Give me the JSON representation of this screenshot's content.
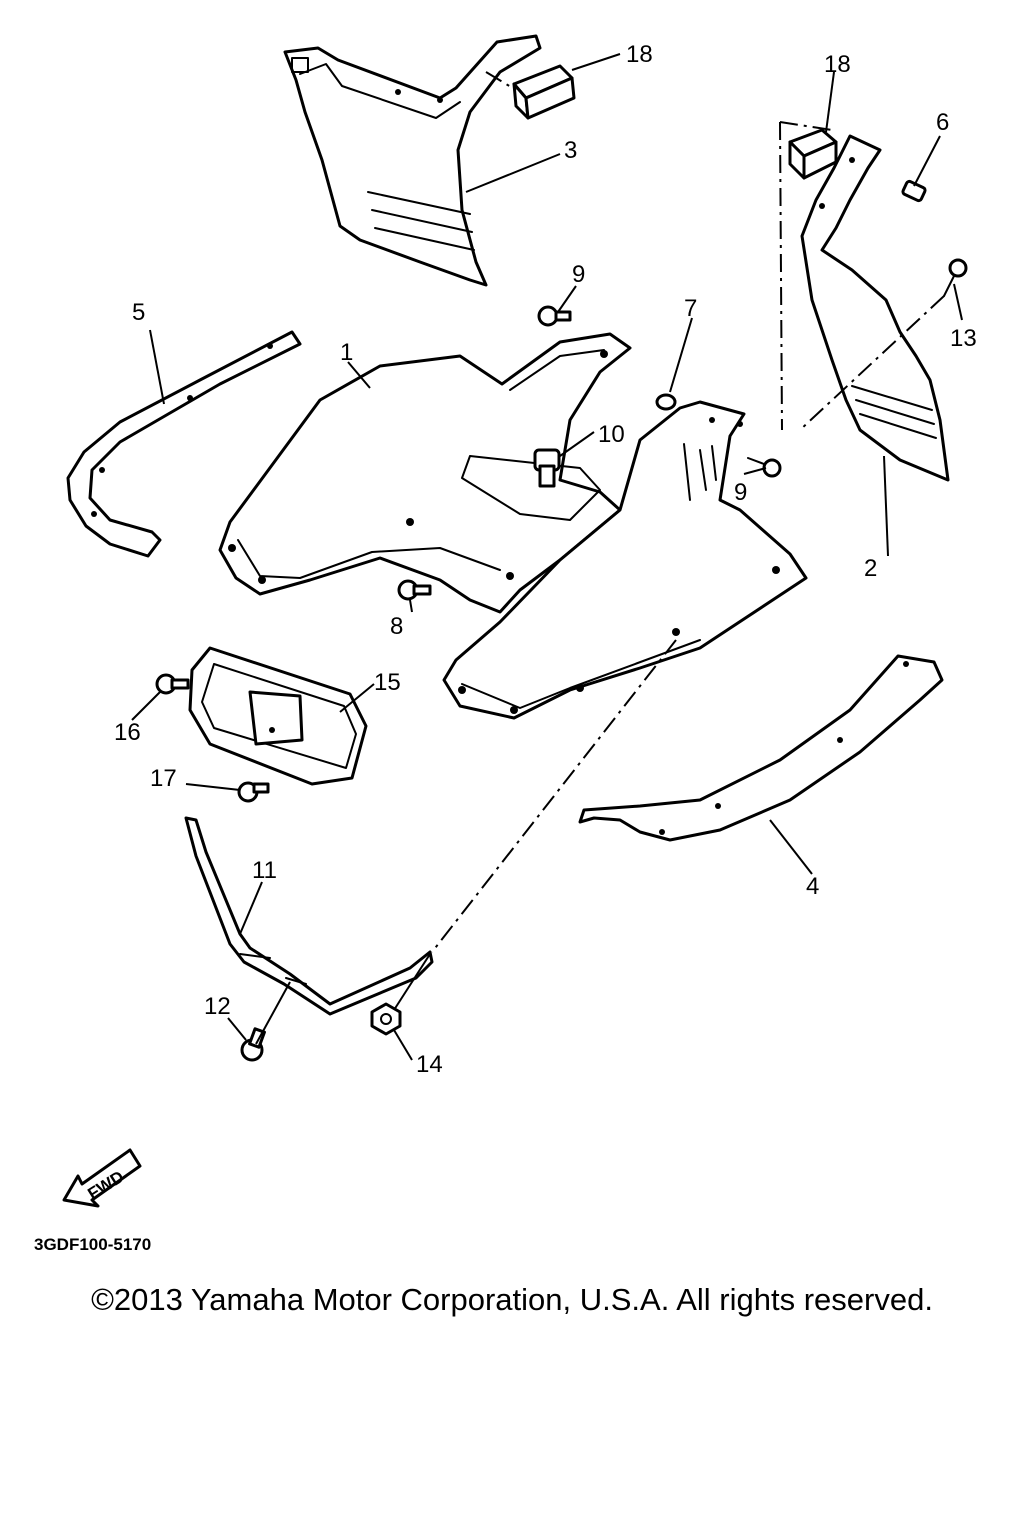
{
  "callouts": {
    "c1": "1",
    "c2": "2",
    "c3": "3",
    "c4": "4",
    "c5": "5",
    "c6": "6",
    "c7": "7",
    "c8": "8",
    "c9a": "9",
    "c9b": "9",
    "c10": "10",
    "c11": "11",
    "c12": "12",
    "c13": "13",
    "c14": "14",
    "c15": "15",
    "c16": "16",
    "c17": "17",
    "c18a": "18",
    "c18b": "18"
  },
  "fwd_label": "FWD",
  "drawing_number": "3GDF100-5170",
  "copyright": "©2013 Yamaha Motor Corporation, U.S.A. All rights reserved."
}
